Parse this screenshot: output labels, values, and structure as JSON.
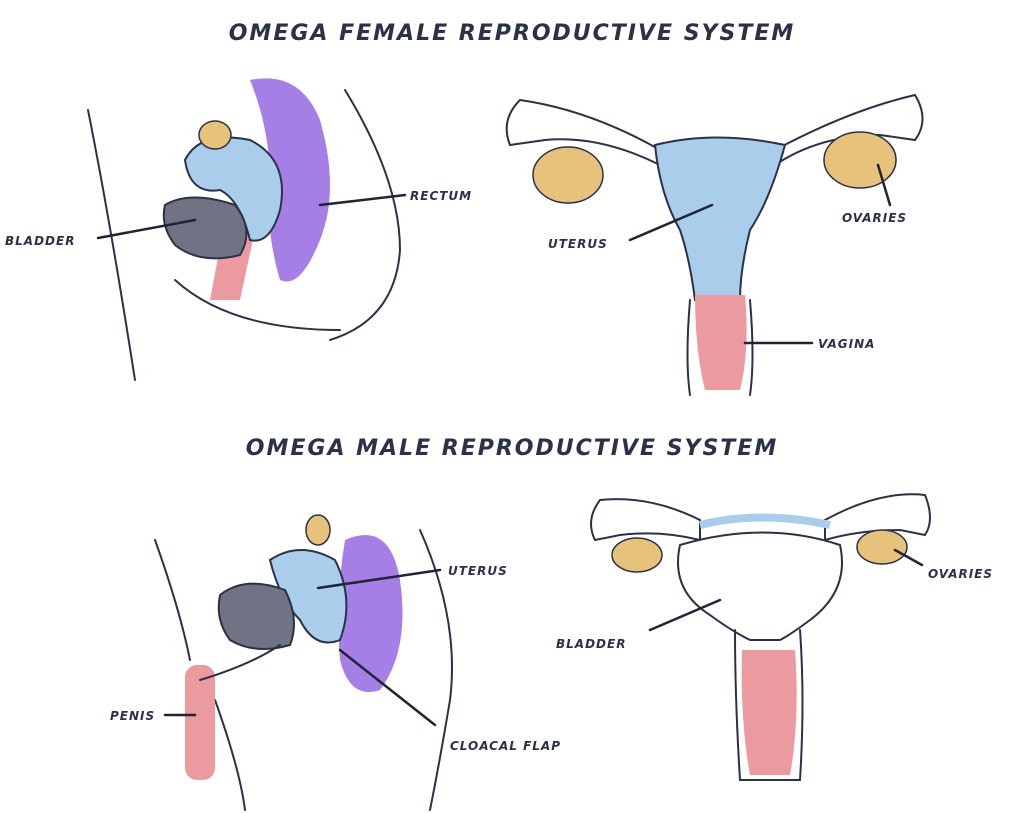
{
  "female": {
    "title": "OMEGA FEMALE REPRODUCTIVE SYSTEM",
    "side_labels": {
      "bladder": "BLADDER",
      "rectum": "RECTUM"
    },
    "front_labels": {
      "uterus": "UTERUS",
      "ovaries": "OVARIES",
      "vagina": "VAGINA"
    }
  },
  "male": {
    "title": "OMEGA MALE REPRODUCTIVE SYSTEM",
    "side_labels": {
      "uterus": "UTERUS",
      "penis": "PENIS",
      "cloacal_flap": "CLOACAL FLAP"
    },
    "front_labels": {
      "bladder": "BLADDER",
      "ovaries": "OVARIES"
    }
  },
  "colors": {
    "uterus": "#a9cdea",
    "rectum": "#a67fe6",
    "vagina": "#eb9a9f",
    "bladder": "#6f7383",
    "ovaries": "#e6c27a",
    "ink": "#2b3147"
  }
}
